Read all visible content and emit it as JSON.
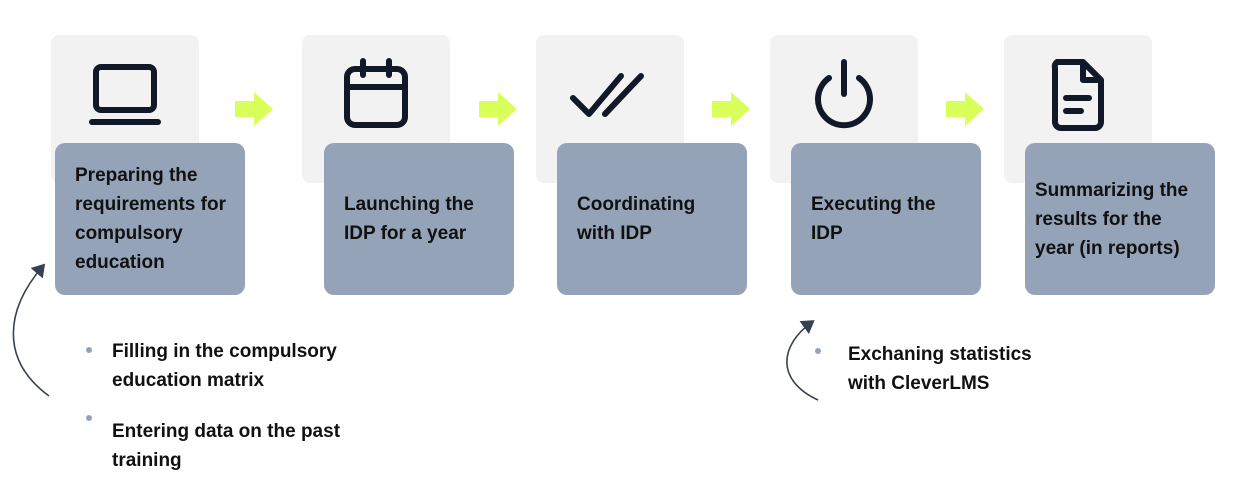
{
  "steps": [
    {
      "icon": "laptop-icon",
      "label": "Preparing the requirements for compulsory education"
    },
    {
      "icon": "calendar-icon",
      "label": "Launching the IDP for a year"
    },
    {
      "icon": "double-check-icon",
      "label": "Coordinating with IDP"
    },
    {
      "icon": "power-icon",
      "label": "Executing the IDP"
    },
    {
      "icon": "document-icon",
      "label": "Summarizing the results for the year (in reports)"
    }
  ],
  "notes": {
    "left": [
      "Filling in the compulsory education matrix",
      "Entering data on the past training"
    ],
    "right": [
      "Exchaning statistics with CleverLMS"
    ]
  },
  "colors": {
    "tile_background": "#f2f2f2",
    "label_background": "#94a3b8",
    "arrow": "#d9ff5a",
    "icon_stroke": "#111827",
    "bullet": "#94a3b8",
    "curve": "#374151"
  }
}
